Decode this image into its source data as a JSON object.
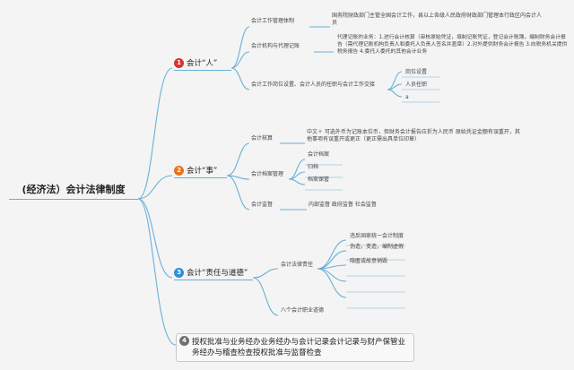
{
  "root": {
    "title": "(经济法）会计法律制度"
  },
  "branches": [
    {
      "num": "1",
      "label": "会计“人”",
      "color": "#d9342b",
      "children": [
        {
          "label": "会计工作管理体制",
          "detail": "国务院财政部门主管全国会计工作，县以上各级人民政府财政部门管理本行政区内会计人员"
        },
        {
          "label": "会计机构与代理记账",
          "detail": "代理记账的业务：1.进行会计核算（审核原始凭证，填制记账凭证，登记会计账簿，编制财务会计报告（需代理记账机构负责人和委托人负责人签名并盖章）2.对外提供财务会计报告 3.向税务机关提供税务报告 4.委托人委托的其他会计业务"
        },
        {
          "label": "会计工作岗位设置、会计人员的任职与会计工作交接",
          "items": [
            "岗位设置",
            "人员任职",
            "a"
          ]
        }
      ]
    },
    {
      "num": "2",
      "label": "会计“事”",
      "color": "#e8731c",
      "children": [
        {
          "label": "会计核算",
          "detail": "中文＋ 可选外币为记账本位币，但财务会计报告应折为人民币 原始凭证金额有误重开，其他事项有误重开或更正（更正需出具单位印章）"
        },
        {
          "label": "会计档案管理",
          "items": [
            "会计档案",
            "归档",
            "档案保管"
          ]
        },
        {
          "label": "会计监督",
          "detail": "内部监督 政府监督 社会监督"
        }
      ]
    },
    {
      "num": "3",
      "label": "会计“责任与道德”",
      "color": "#2c8fd6",
      "children": [
        {
          "label": "会计法律责任",
          "items": [
            "违反国家统一会计制度",
            "伪造，变造，编制虚假",
            "隐匿或故意销毁",
            "",
            ""
          ]
        },
        {
          "label": "八个会计职业道德"
        }
      ]
    },
    {
      "num": "4",
      "label": "授权批准与业务经办业务经办与会计记录会计记录与财产保管业务经办与稽查检查授权批准与监督检查",
      "color": "#6f6f6f"
    }
  ],
  "colors": {
    "line": "#6ab0d8",
    "background": "#f4f4f4"
  }
}
